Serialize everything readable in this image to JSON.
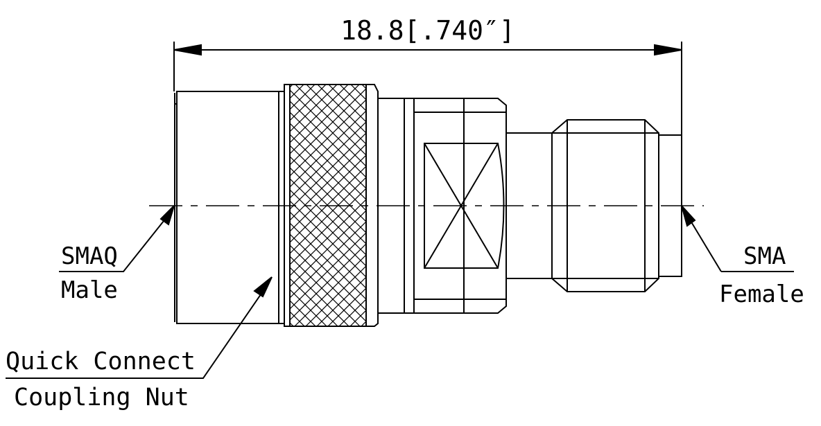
{
  "dimension": {
    "text": "18.8[.740″]"
  },
  "labels": {
    "left_connector": {
      "line1": "SMAQ",
      "line2": "Male"
    },
    "right_connector": {
      "line1": "SMA",
      "line2": "Female"
    },
    "coupling_nut": {
      "line1": "Quick Connect",
      "line2": "Coupling Nut"
    }
  },
  "colors": {
    "ink": "#000000",
    "background": "#ffffff"
  }
}
